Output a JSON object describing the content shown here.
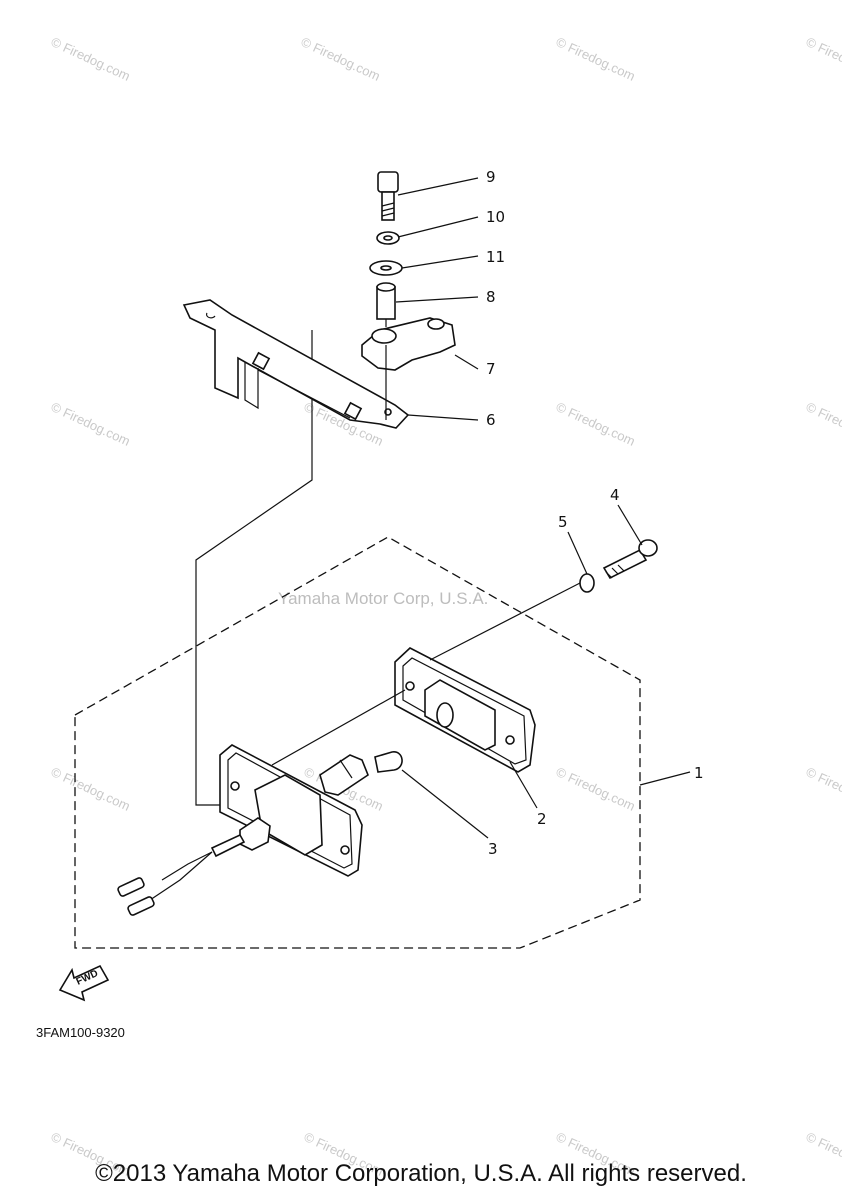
{
  "watermark": {
    "text": "© Firedog.com",
    "center_text": "Yamaha Motor Corp, U.S.A."
  },
  "diagram": {
    "drawing_code": "3FAM100-9320",
    "fwd_label": "FWD",
    "callouts": [
      {
        "id": "callout-1",
        "label": "1"
      },
      {
        "id": "callout-2",
        "label": "2"
      },
      {
        "id": "callout-3",
        "label": "3"
      },
      {
        "id": "callout-4",
        "label": "4"
      },
      {
        "id": "callout-5",
        "label": "5"
      },
      {
        "id": "callout-6",
        "label": "6"
      },
      {
        "id": "callout-7",
        "label": "7"
      },
      {
        "id": "callout-8",
        "label": "8"
      },
      {
        "id": "callout-9",
        "label": "9"
      },
      {
        "id": "callout-10",
        "label": "10"
      },
      {
        "id": "callout-11",
        "label": "11"
      }
    ]
  },
  "footer": {
    "copyright": "©2013 Yamaha Motor Corporation, U.S.A. All rights reserved."
  }
}
